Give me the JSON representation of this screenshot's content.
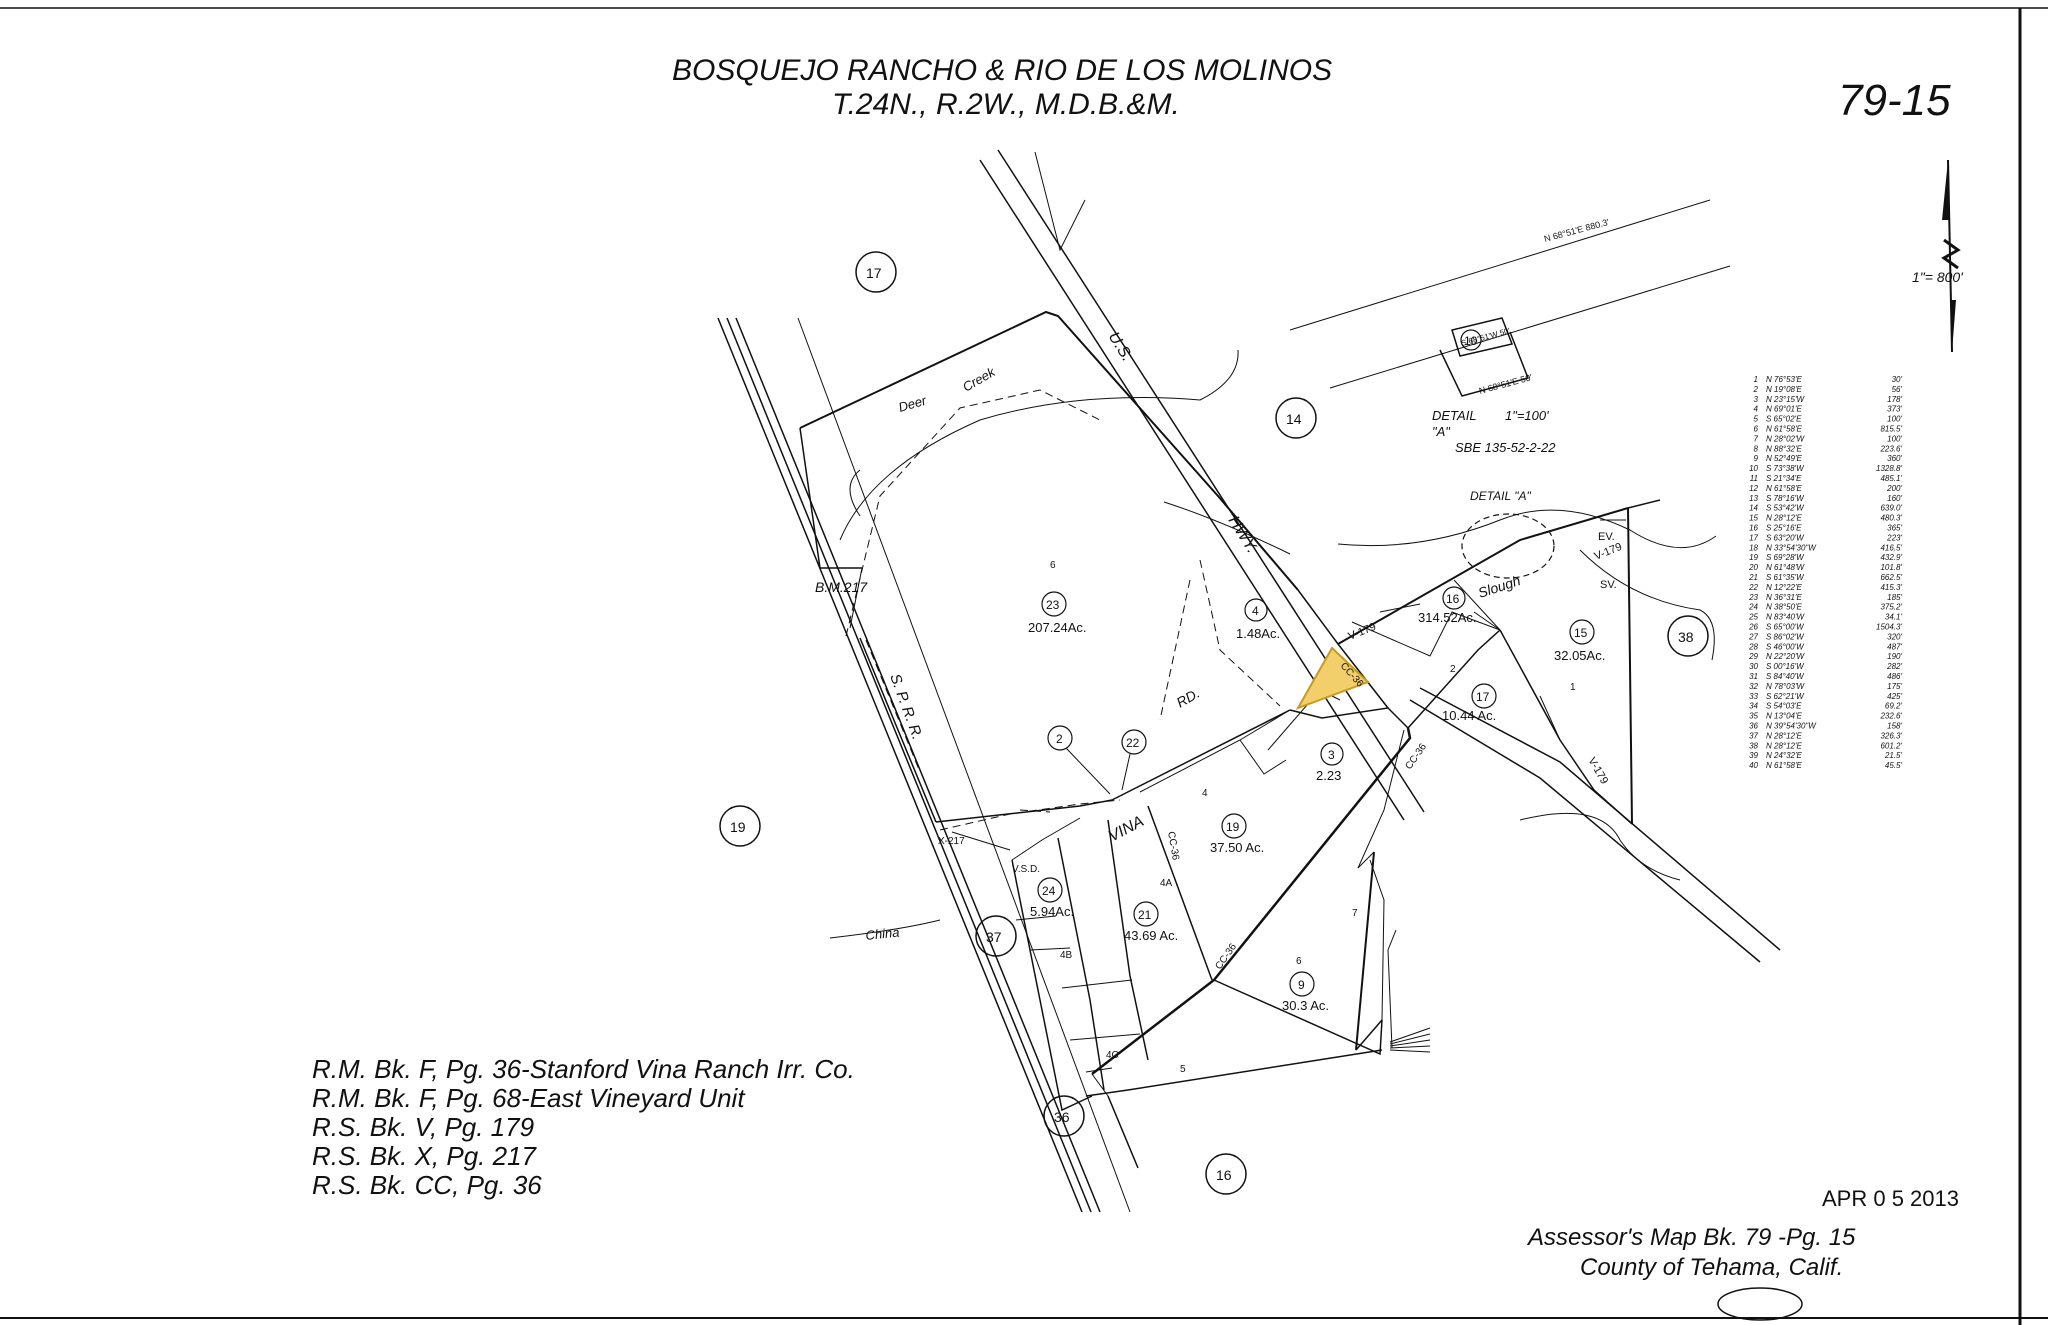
{
  "title": {
    "line1": "BOSQUEJO RANCHO & RIO DE LOS MOLINOS",
    "line2": "T.24N., R.2W., M.D.B.&M."
  },
  "page_number": "79-15",
  "scale": "1\"= 800'",
  "detail": {
    "label": "DETAIL \"A\"",
    "label_a": "DETAIL",
    "label_b": "\"A\"",
    "scale": "1\"=100'",
    "sbe": "SBE 135-52-2-22",
    "parcel": "10",
    "bearing_top": "N 68°51'E 880.3'",
    "bearing_s": "S 68°51'W 50'",
    "bearing_n": "N 68°51'E 50'"
  },
  "neighbor_pages": [
    "17",
    "14",
    "38",
    "19",
    "37",
    "36",
    "16"
  ],
  "parcels": [
    {
      "id": "23",
      "acres": "207.24Ac.",
      "tract": "6"
    },
    {
      "id": "4",
      "acres": "1.48Ac."
    },
    {
      "id": "16",
      "acres": "314.52Ac."
    },
    {
      "id": "15",
      "acres": "32.05Ac.",
      "tract": "1"
    },
    {
      "id": "17",
      "acres": "10.44 Ac.",
      "tract": "2"
    },
    {
      "id": "3",
      "acres": "2.23"
    },
    {
      "id": "19",
      "acres": "37.50 Ac.",
      "tract": "4"
    },
    {
      "id": "21",
      "acres": "43.69 Ac.",
      "tract": "4A"
    },
    {
      "id": "24",
      "acres": "5.94Ac.",
      "tract": "4B"
    },
    {
      "id": "9",
      "acres": "30.3 Ac.",
      "tract": "6"
    },
    {
      "id": "2"
    },
    {
      "id": "22"
    }
  ],
  "map_labels": {
    "highway_us": "U.S.",
    "highway_hwy": "HWY.",
    "creek_deer": "Deer",
    "creek_creek": "Creek",
    "sppr": "S. P. R. R.",
    "bm": "B.M.217",
    "vina": "VINA",
    "rd": "RD.",
    "slough": "Slough",
    "china": "China",
    "detail_a_ref": "DETAIL \"A\"",
    "x217": "X-217",
    "vsd": "V.S.D.",
    "v179a": "V-179",
    "v179b": "V-179",
    "v179c": "V-179",
    "cc36a": "CC-36",
    "cc36b": "CC-36",
    "cc36c": "CC-36",
    "cc36d": "CC-36",
    "ev": "EV.",
    "sv": "SV.",
    "tract5": "5",
    "tract7": "7",
    "tract4c": "4C"
  },
  "bearings": [
    {
      "n": "1",
      "b": "N 76°53'E",
      "d": "30'"
    },
    {
      "n": "2",
      "b": "N 19°08'E",
      "d": "56'"
    },
    {
      "n": "3",
      "b": "N 23°15'W",
      "d": "178'"
    },
    {
      "n": "4",
      "b": "N 69°01'E",
      "d": "373'"
    },
    {
      "n": "5",
      "b": "S 65°02'E",
      "d": "100'"
    },
    {
      "n": "6",
      "b": "N 61°58'E",
      "d": "815.5'"
    },
    {
      "n": "7",
      "b": "N 28°02'W",
      "d": "100'"
    },
    {
      "n": "8",
      "b": "N 88°32'E",
      "d": "223.6'"
    },
    {
      "n": "9",
      "b": "N 52°49'E",
      "d": "360'"
    },
    {
      "n": "10",
      "b": "S 73°38'W",
      "d": "1328.8'"
    },
    {
      "n": "11",
      "b": "S 21°34'E",
      "d": "485.1'"
    },
    {
      "n": "12",
      "b": "N 61°58'E",
      "d": "200'"
    },
    {
      "n": "13",
      "b": "S 78°16'W",
      "d": "160'"
    },
    {
      "n": "14",
      "b": "S 53°42'W",
      "d": "639.0'"
    },
    {
      "n": "15",
      "b": "N 28°12'E",
      "d": "480.3'"
    },
    {
      "n": "16",
      "b": "S 25°16'E",
      "d": "365'"
    },
    {
      "n": "17",
      "b": "S 63°20'W",
      "d": "223'"
    },
    {
      "n": "18",
      "b": "N 33°54'30\"W",
      "d": "416.5'"
    },
    {
      "n": "19",
      "b": "S 69°28'W",
      "d": "432.9'"
    },
    {
      "n": "20",
      "b": "N 61°48'W",
      "d": "101.8'"
    },
    {
      "n": "21",
      "b": "S 61°35'W",
      "d": "662.5'"
    },
    {
      "n": "22",
      "b": "N 12°22'E",
      "d": "415.3'"
    },
    {
      "n": "23",
      "b": "N 36°31'E",
      "d": "185'"
    },
    {
      "n": "24",
      "b": "N 38°50'E",
      "d": "375.2'"
    },
    {
      "n": "25",
      "b": "N 83°40'W",
      "d": "34.1'"
    },
    {
      "n": "26",
      "b": "S 65°00'W",
      "d": "1504.3'"
    },
    {
      "n": "27",
      "b": "S 86°02'W",
      "d": "320'"
    },
    {
      "n": "28",
      "b": "S 46°00'W",
      "d": "487'"
    },
    {
      "n": "29",
      "b": "N 22°20'W",
      "d": "190'"
    },
    {
      "n": "30",
      "b": "S 00°16'W",
      "d": "282'"
    },
    {
      "n": "31",
      "b": "S 84°40'W",
      "d": "486'"
    },
    {
      "n": "32",
      "b": "N 78°03'W",
      "d": "175'"
    },
    {
      "n": "33",
      "b": "S 62°21'W",
      "d": "425'"
    },
    {
      "n": "34",
      "b": "S 54°03'E",
      "d": "69.2'"
    },
    {
      "n": "35",
      "b": "N 13°04'E",
      "d": "232.6'"
    },
    {
      "n": "36",
      "b": "N 39°54'30\"W",
      "d": "158'"
    },
    {
      "n": "37",
      "b": "N 28°12'E",
      "d": "326.3'"
    },
    {
      "n": "38",
      "b": "N 28°12'E",
      "d": "601.2'"
    },
    {
      "n": "39",
      "b": "N 24°32'E",
      "d": "21.5'"
    },
    {
      "n": "40",
      "b": "N 61°58'E",
      "d": "45.5'"
    }
  ],
  "references": [
    "R.M. Bk. F, Pg. 36-Stanford Vina Ranch Irr. Co.",
    "R.M. Bk. F, Pg. 68-East Vineyard Unit",
    "R.S. Bk. V, Pg. 179",
    "R.S. Bk. X, Pg. 217",
    "R.S. Bk. CC, Pg. 36"
  ],
  "stamp": "APR 0 5 2013",
  "footer": {
    "line1": "Assessor's Map Bk. 79 -Pg. 15",
    "line2": "County of Tehama, Calif."
  },
  "colors": {
    "highlight": "#f2cf6b",
    "highlight_stroke": "#c89a1f",
    "ink": "#111111"
  }
}
